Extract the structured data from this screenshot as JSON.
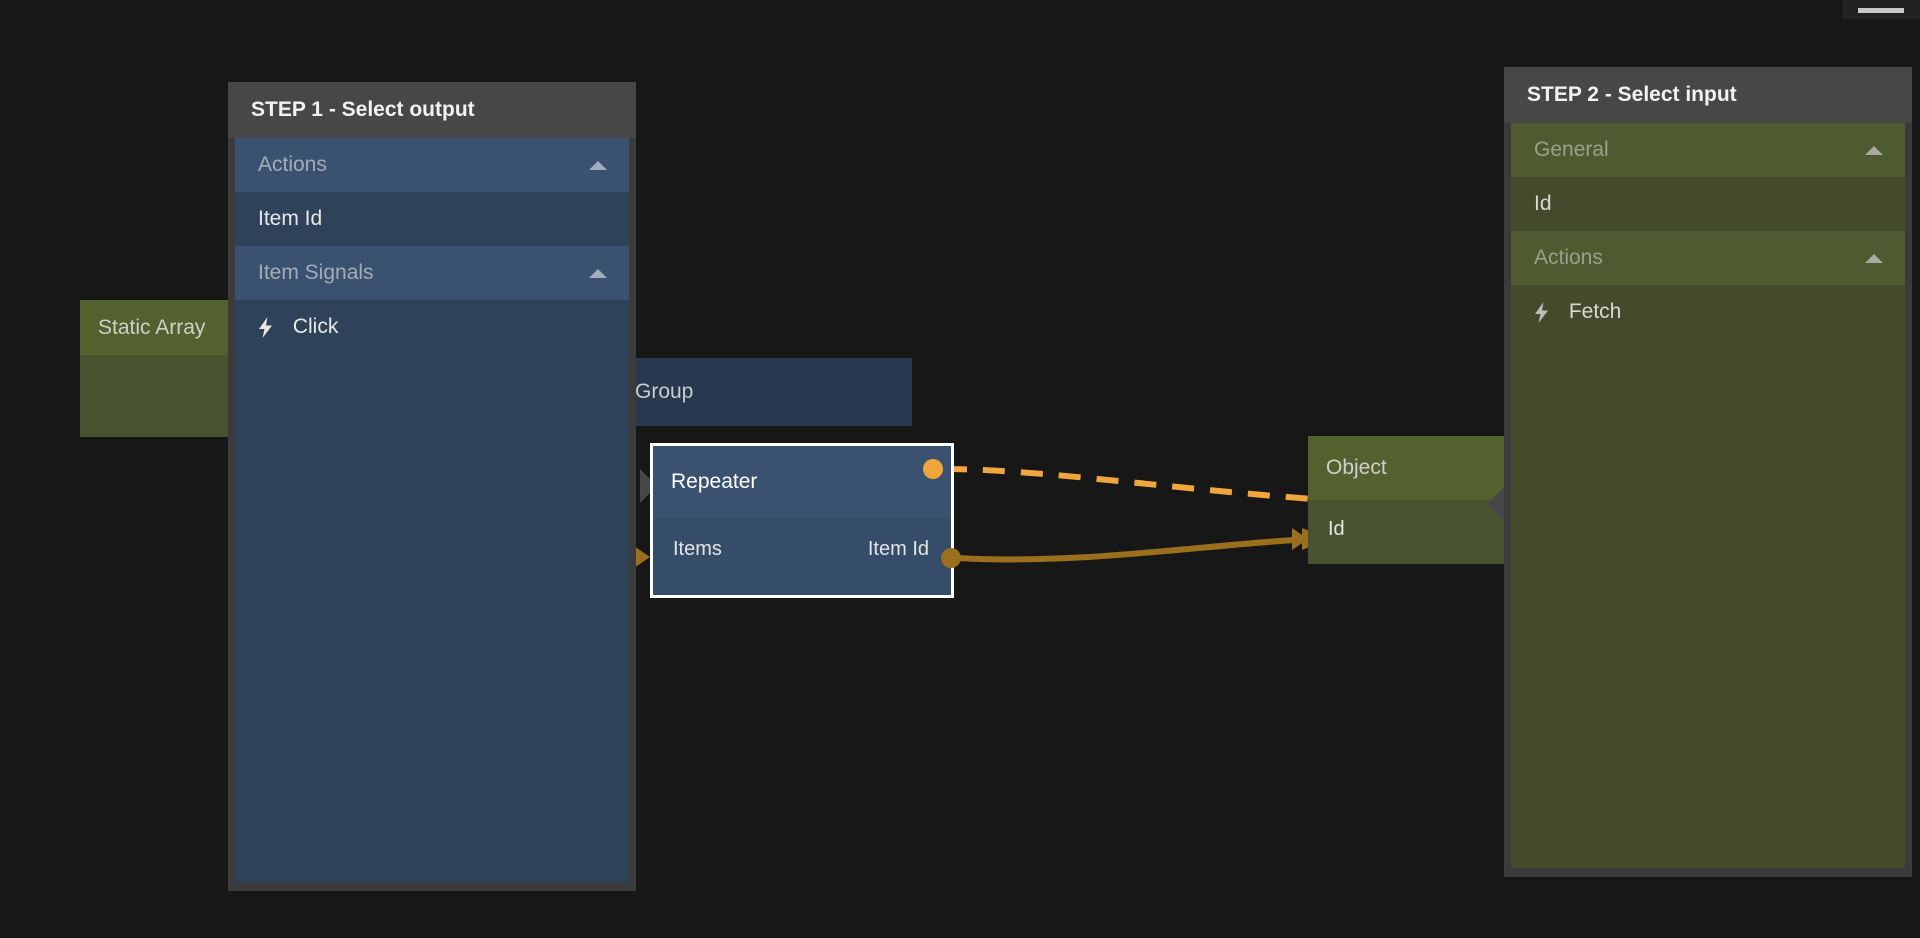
{
  "app": {
    "background_color": "#171717",
    "accent_signal_color": "#f0a63c",
    "accent_data_color": "#9a6f1d"
  },
  "top_stub": {
    "name": "menu-handle"
  },
  "panels": [
    {
      "id": "step1",
      "title": "STEP 1 - Select output",
      "theme": "blue",
      "rows": [
        {
          "label": "Actions",
          "type": "group",
          "expanded": true,
          "icon": null
        },
        {
          "label": "Item Id",
          "type": "item",
          "expanded": null,
          "icon": null
        },
        {
          "label": "Item Signals",
          "type": "group",
          "expanded": true,
          "icon": null
        },
        {
          "label": "Click",
          "type": "item",
          "expanded": null,
          "icon": "lightning-icon"
        }
      ]
    },
    {
      "id": "step2",
      "title": "STEP 2 - Select input",
      "theme": "green",
      "rows": [
        {
          "label": "General",
          "type": "group",
          "expanded": true,
          "icon": null
        },
        {
          "label": "Id",
          "type": "item",
          "expanded": null,
          "icon": null
        },
        {
          "label": "Actions",
          "type": "group",
          "expanded": true,
          "icon": null
        },
        {
          "label": "Fetch",
          "type": "item",
          "expanded": null,
          "icon": "lightning-icon"
        }
      ]
    }
  ],
  "graph": {
    "nodes": [
      {
        "id": "static-array",
        "title": "Static Array",
        "theme": "green",
        "ports_in": [],
        "ports_out": []
      },
      {
        "id": "group",
        "title": "Group",
        "theme": "blue",
        "ports_in": [],
        "ports_out": []
      },
      {
        "id": "repeater",
        "title": "Repeater",
        "theme": "blue",
        "selected": true,
        "ports_in": [
          "Items"
        ],
        "ports_out": [
          "Item Id"
        ]
      },
      {
        "id": "object",
        "title": "Object",
        "theme": "green",
        "ports_in": [
          "Id"
        ],
        "ports_out": []
      }
    ],
    "connections": [
      {
        "from": "repeater.signal-out",
        "to": "object.signal-in",
        "style": "dashed",
        "color": "#f0a63c"
      },
      {
        "from": "repeater.Item Id",
        "to": "object.Id",
        "style": "solid",
        "color": "#9a6f1d"
      }
    ]
  }
}
